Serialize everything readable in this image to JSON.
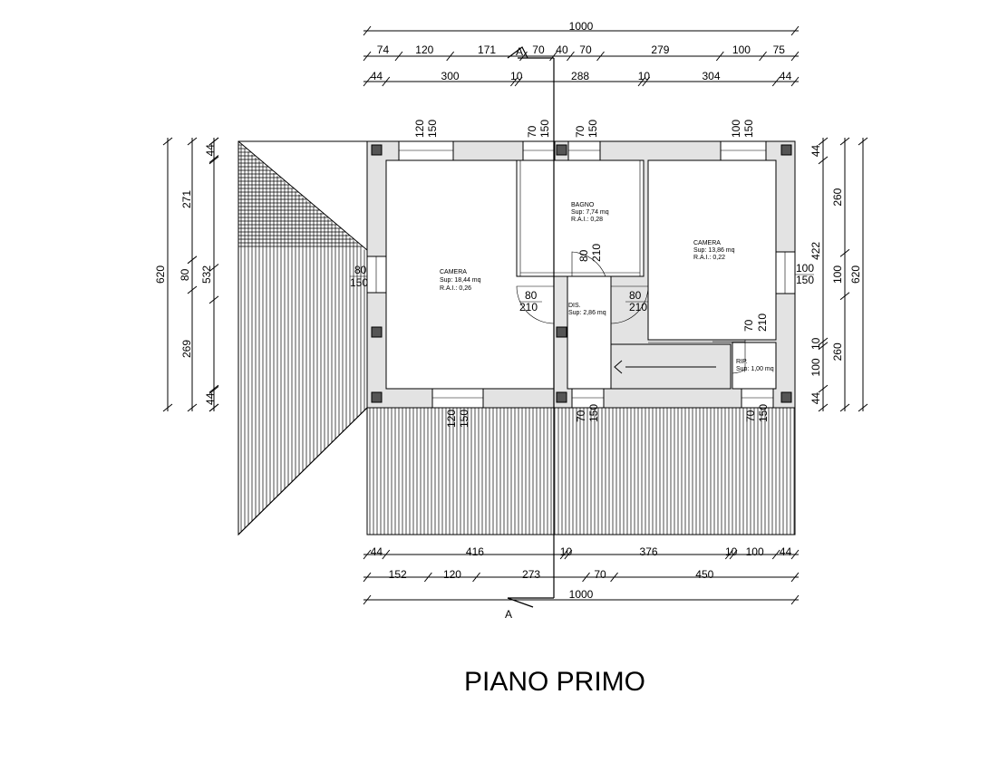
{
  "title": "PIANO PRIMO",
  "section_mark": "A",
  "dims": {
    "top_total": "1000",
    "top_row1": [
      "74",
      "120",
      "171",
      "70",
      "40",
      "70",
      "279",
      "100",
      "75"
    ],
    "top_row2": [
      "44",
      "300",
      "10",
      "288",
      "10",
      "304",
      "44"
    ],
    "bottom_row1": [
      "44",
      "416",
      "10",
      "376",
      "10",
      "100",
      "44"
    ],
    "bottom_row2": [
      "152",
      "120",
      "273",
      "70",
      "450"
    ],
    "bottom_total": "1000",
    "left_outer": "620",
    "left_mid": [
      "80",
      "532"
    ],
    "left_inner": [
      "44",
      "271",
      "269",
      "44"
    ],
    "right_inner": [
      "44",
      "422",
      "10",
      "100",
      "44"
    ],
    "right_mid": [
      "260",
      "100",
      "260"
    ],
    "right_outer": "620"
  },
  "openings": {
    "top_windows": [
      [
        "120",
        "150"
      ],
      [
        "70",
        "150"
      ],
      [
        "70",
        "150"
      ],
      [
        "100",
        "150"
      ]
    ],
    "bottom_windows": [
      [
        "120",
        "150"
      ],
      [
        "70",
        "150"
      ],
      [
        "70",
        "150"
      ]
    ],
    "left_window": [
      "80",
      "150"
    ],
    "right_window": [
      "100",
      "150"
    ],
    "door_camera1": [
      "80",
      "210"
    ],
    "door_camera2": [
      "80",
      "210"
    ],
    "door_bagno": [
      "80",
      "210"
    ],
    "door_rip": [
      "70",
      "210"
    ]
  },
  "rooms": {
    "camera1": {
      "name": "CAMERA",
      "sup": "Sup: 18,44 mq",
      "rai": "R.A.I.: 0,26"
    },
    "bagno": {
      "name": "BAGNO",
      "sup": "Sup: 7,74 mq",
      "rai": "R.A.I.: 0,28"
    },
    "camera2": {
      "name": "CAMERA",
      "sup": "Sup: 13,86 mq",
      "rai": "R.A.I.: 0,22"
    },
    "dis": {
      "name": "DIS.",
      "sup": "Sup: 2,86 mq"
    },
    "rip": {
      "name": "RIP.",
      "sup": "Sup: 1,00 mq"
    }
  }
}
